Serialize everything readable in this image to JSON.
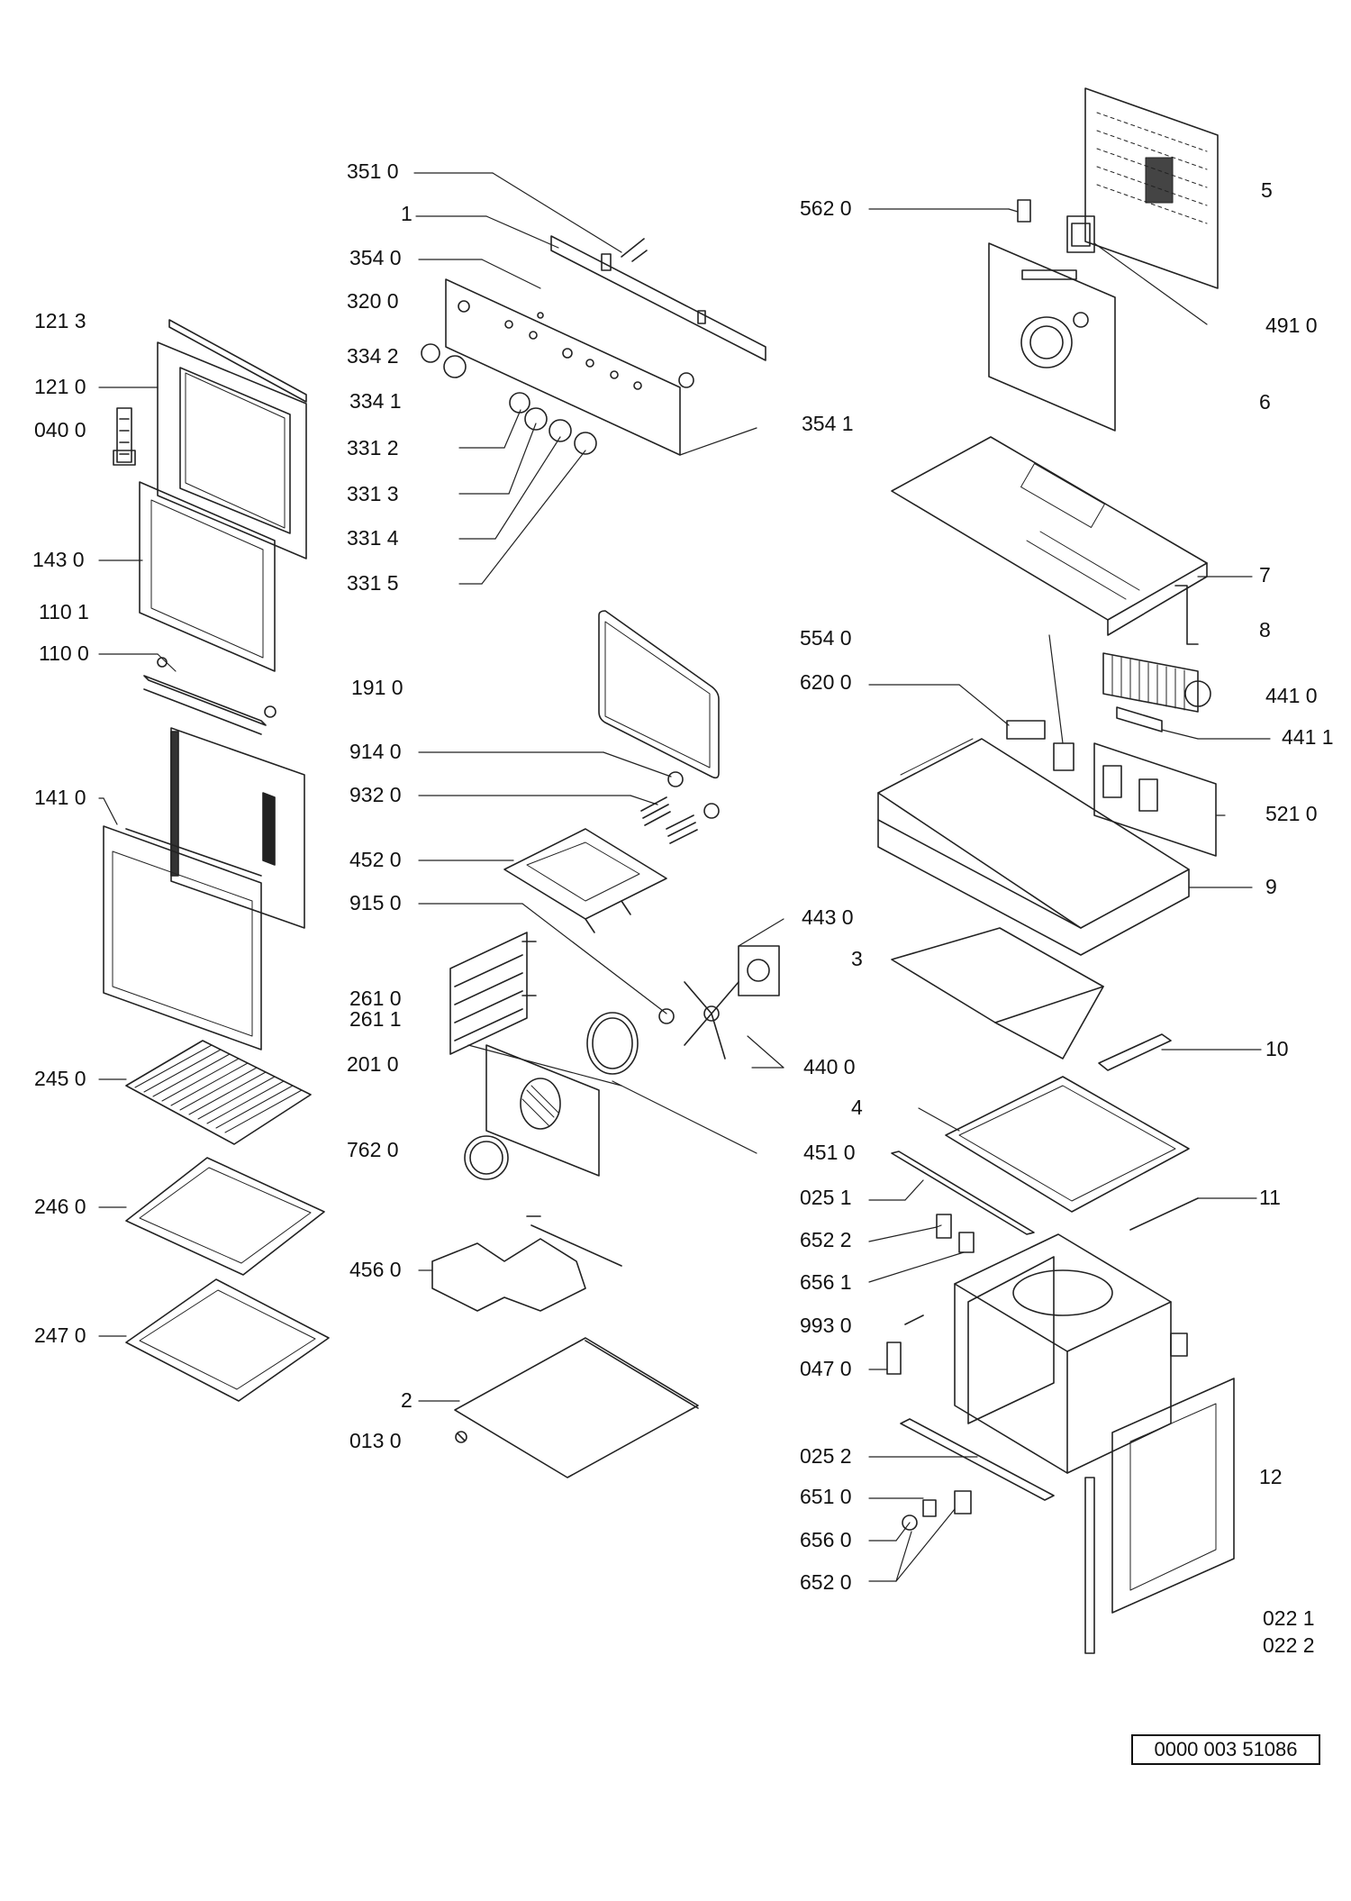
{
  "labels": {
    "l_351_0": "351 0",
    "l_1": "1",
    "l_354_0": "354 0",
    "l_320_0": "320 0",
    "l_334_2": "334 2",
    "l_334_1": "334 1",
    "l_331_2": "331 2",
    "l_331_3": "331 3",
    "l_331_4": "331 4",
    "l_331_5": "331 5",
    "l_121_3": "121 3",
    "l_121_0": "121 0",
    "l_040_0": "040 0",
    "l_143_0": "143 0",
    "l_110_1": "110 1",
    "l_110_0": "110 0",
    "l_191_0": "191 0",
    "l_914_0": "914 0",
    "l_932_0": "932 0",
    "l_141_0": "141 0",
    "l_452_0": "452 0",
    "l_915_0": "915 0",
    "l_261_0": "261 0",
    "l_261_1": "261 1",
    "l_245_0": "245 0",
    "l_201_0": "201 0",
    "l_762_0": "762 0",
    "l_246_0": "246 0",
    "l_456_0": "456 0",
    "l_247_0": "247 0",
    "l_2": "2",
    "l_013_0": "013 0",
    "l_562_0": "562 0",
    "l_5": "5",
    "l_491_0": "491 0",
    "l_6": "6",
    "l_354_1": "354 1",
    "l_7": "7",
    "l_8": "8",
    "l_554_0": "554 0",
    "l_620_0": "620 0",
    "l_441_0": "441 0",
    "l_441_1": "441 1",
    "l_521_0": "521 0",
    "l_9": "9",
    "l_443_0": "443 0",
    "l_3": "3",
    "l_440_0": "440 0",
    "l_10": "10",
    "l_4": "4",
    "l_451_0": "451 0",
    "l_025_1": "025 1",
    "l_11": "11",
    "l_652_2": "652 2",
    "l_656_1": "656 1",
    "l_993_0": "993 0",
    "l_047_0": "047 0",
    "l_025_2": "025 2",
    "l_651_0": "651 0",
    "l_12": "12",
    "l_656_0": "656 0",
    "l_652_0": "652 0",
    "l_022_1": "022 1",
    "l_022_2": "022 2"
  },
  "reference_number": "0000 003 51086"
}
